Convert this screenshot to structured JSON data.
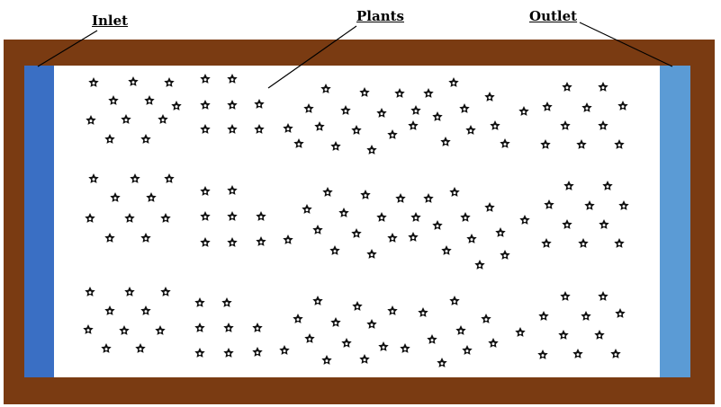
{
  "labels": {
    "inlet": "Inlet",
    "plants": "Plants",
    "outlet": "Outlet"
  },
  "colors": {
    "frame": "#7a3b12",
    "inlet": "#3a6fc4",
    "outlet": "#5b9bd5",
    "plant": "#111111"
  },
  "plant_icon": "flower-icon"
}
